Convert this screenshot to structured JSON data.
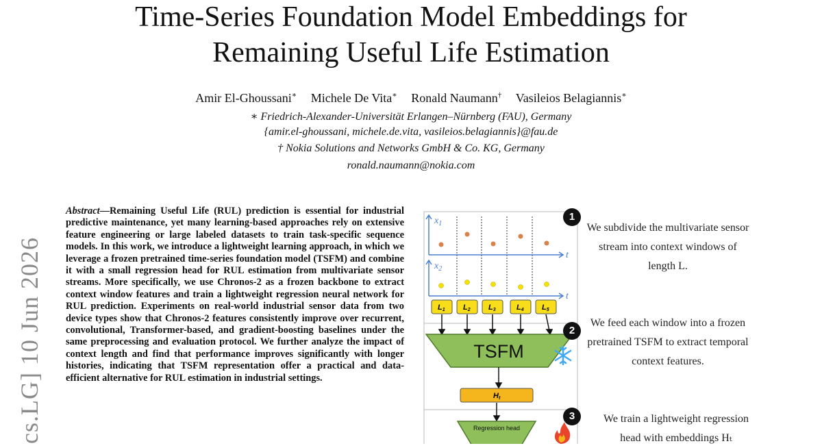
{
  "title": {
    "line1": "Time-Series Foundation Model Embeddings for",
    "line2": "Remaining Useful Life Estimation"
  },
  "authors": [
    {
      "name": "Amir El-Ghoussani",
      "mark": "∗"
    },
    {
      "name": "Michele De Vita",
      "mark": "∗"
    },
    {
      "name": "Ronald Naumann",
      "mark": "†"
    },
    {
      "name": "Vasileios Belagiannis",
      "mark": "∗"
    }
  ],
  "affiliations": {
    "line1": "∗ Friedrich-Alexander-Universität Erlangen–Nürnberg (FAU), Germany",
    "line2": "{amir.el-ghoussani, michele.de.vita, vasileios.belagiannis}@fau.de",
    "line3": "† Nokia Solutions and Networks GmbH & Co. KG, Germany",
    "line4": "ronald.naumann@nokia.com"
  },
  "arxiv_stamp": "cs.LG]  10 Jun 2026",
  "abstract": {
    "label": "Abstract",
    "text": "—Remaining Useful Life (RUL) prediction is essential for industrial predictive maintenance, yet many learning-based approaches rely on extensive feature engineering or large labeled datasets to train task-specific sequence models. In this work, we introduce a lightweight learning approach, in which we leverage a frozen pretrained time-series foundation model (TSFM) and combine it with a small regression head for RUL estimation from multivariate sensor streams. More specifically, we use Chronos-2 as a frozen backbone to extract context window features and train a lightweight regression neural network for RUL prediction. Experiments on real-world industrial sensor data from two device types show that Chronos-2 features consistently improve over recurrent, convolutional, Transformer-based, and gradient-boosting baselines under the same preprocessing and evaluation protocol. We further analyze the impact of context length and find that performance improves significantly with longer histories, indicating that TSFM representation offer a practical and data-efficient alternative for RUL estimation in industrial settings."
  },
  "figure": {
    "axis_x1": "x",
    "axis_x1_sub": "1",
    "axis_x2": "x",
    "axis_x2_sub": "2",
    "axis_t": "t",
    "windows": [
      "L1",
      "L2",
      "L3",
      "L4",
      "L5"
    ],
    "window_label_main": "L",
    "window_subs": [
      "1",
      "2",
      "3",
      "4",
      "5"
    ],
    "tsfm_label": "TSFM",
    "ht_label": "H",
    "ht_sub": "t",
    "regression_label": "Regression head",
    "steps": [
      {
        "badge": "1",
        "lines": [
          "We subdivide the multivariate sensor",
          "stream into context windows of",
          "length L."
        ]
      },
      {
        "badge": "2",
        "lines": [
          "We feed each window into a frozen",
          "pretrained TSFM to extract temporal",
          "context features."
        ]
      },
      {
        "badge": "3",
        "lines": [
          "We train a lightweight regression",
          "head with embeddings Hₜ"
        ]
      }
    ],
    "colors": {
      "axis_blue": "#4a7fd0",
      "dot_orange": "#d9824a",
      "dot_yellow": "#f5e000",
      "window_fill": "#f7dd1a",
      "tsfm_fill": "#8fbf5a",
      "ht_fill": "#f5b51c",
      "snowflake": "#3fa9f5",
      "flame": "#e8452c"
    },
    "icons": [
      "snowflake-icon",
      "flame-icon"
    ]
  }
}
